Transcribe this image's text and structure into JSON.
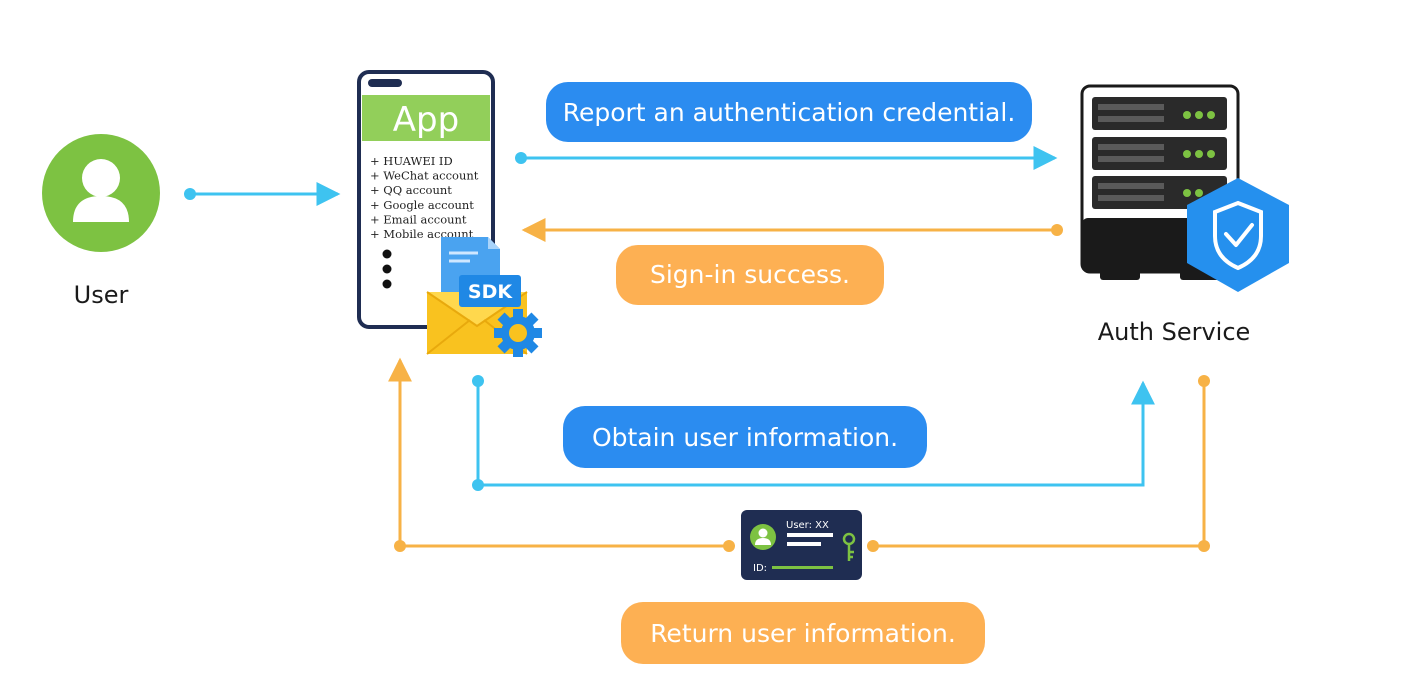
{
  "nodes": {
    "user_label": "User",
    "app_title": "App",
    "auth_label": "Auth Service"
  },
  "app_accounts": [
    "+ HUAWEI ID",
    "+ WeChat account",
    "+ QQ account",
    "+ Google account",
    "+ Email  account",
    "+ Mobile account"
  ],
  "sdk_label": "SDK",
  "steps": {
    "report": "Report an authentication credential.",
    "signin": "Sign-in success.",
    "obtain": "Obtain user information.",
    "return_info": "Return user information."
  },
  "user_card": {
    "user_text": "User: XX",
    "id_text": "ID:"
  },
  "colors": {
    "blue_line": "#3ec3f0",
    "blue_pill": "#2b8cf0",
    "orange_line": "#f7b246",
    "orange_pill": "#fdb053",
    "green": "#7dc242",
    "app_green": "#92cf5a",
    "navy": "#1f2d52",
    "shield": "#2590ee"
  },
  "icons": [
    "user-avatar-icon",
    "phone-icon",
    "sdk-envelope-icon",
    "gear-icon",
    "server-icon",
    "shield-check-icon",
    "user-card-icon",
    "key-icon"
  ]
}
